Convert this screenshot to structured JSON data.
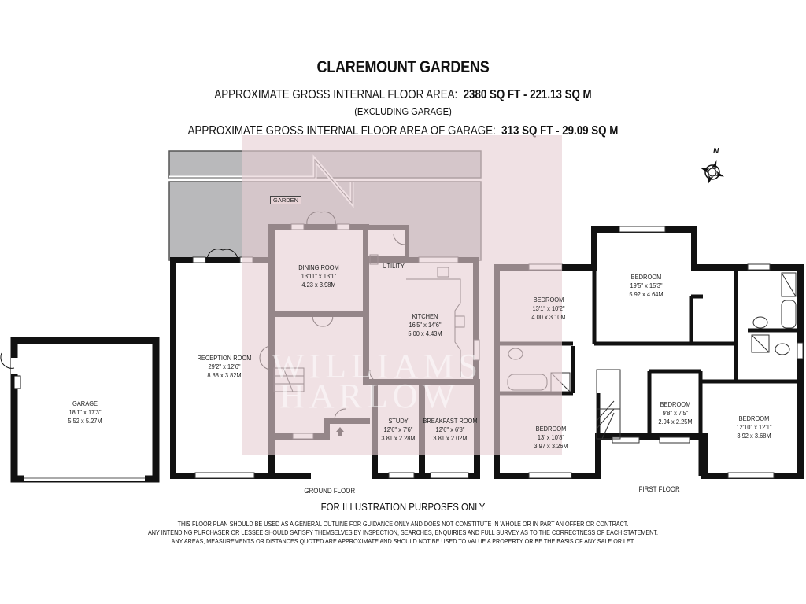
{
  "header": {
    "title": "CLAREMOUNT GARDENS",
    "area_label": "APPROXIMATE GROSS INTERNAL FLOOR AREA:",
    "area_value": "2380 SQ FT  -  221.13 SQ M",
    "area_note": "(EXCLUDING GARAGE)",
    "garage_area_label": "APPROXIMATE GROSS INTERNAL FLOOR AREA OF GARAGE:",
    "garage_area_value": "313 SQ FT  -  29.09 SQ M"
  },
  "compass": {
    "label": "N"
  },
  "watermark": {
    "line1": "WILLIAMS",
    "line2": "HARLOW"
  },
  "garden": {
    "label": "GARDEN"
  },
  "garage": {
    "name": "GARAGE",
    "imperial": "18'1\" x 17'3\"",
    "metric": "5.52 x 5.27M"
  },
  "ground_floor": {
    "label": "GROUND FLOOR",
    "rooms": [
      {
        "name": "RECEPTION ROOM",
        "imperial": "29'2\" x 12'6\"",
        "metric": "8.88 x 3.82M"
      },
      {
        "name": "DINING ROOM",
        "imperial": "13'11\" x 13'1\"",
        "metric": "4.23 x 3.98M"
      },
      {
        "name": "UTILITY",
        "imperial": "",
        "metric": ""
      },
      {
        "name": "KITCHEN",
        "imperial": "16'5\" x 14'6\"",
        "metric": "5.00 x 4.43M"
      },
      {
        "name": "STUDY",
        "imperial": "12'6\" x 7'6\"",
        "metric": "3.81 x 2.28M"
      },
      {
        "name": "BREAKFAST ROOM",
        "imperial": "12'6\" x 6'8\"",
        "metric": "3.81 x 2.02M"
      }
    ]
  },
  "first_floor": {
    "label": "FIRST FLOOR",
    "rooms": [
      {
        "name": "BEDROOM",
        "imperial": "13'1\" x 10'2\"",
        "metric": "4.00 x 3.10M"
      },
      {
        "name": "BEDROOM",
        "imperial": "19'5\" x 15'3\"",
        "metric": "5.92 x 4.64M"
      },
      {
        "name": "BEDROOM",
        "imperial": "13' x 10'8\"",
        "metric": "3.97 x 3.26M"
      },
      {
        "name": "BEDROOM",
        "imperial": "9'8\" x 7'5\"",
        "metric": "2.94 x 2.25M"
      },
      {
        "name": "BEDROOM",
        "imperial": "12'10\" x 12'1\"",
        "metric": "3.92 x 3.68M"
      }
    ]
  },
  "footer": {
    "illustration": "FOR ILLUSTRATION PURPOSES ONLY",
    "disclaimer_1": "THIS FLOOR PLAN SHOULD BE USED AS A GENERAL OUTLINE FOR GUIDANCE ONLY AND DOES NOT CONSTITUTE IN WHOLE OR IN PART AN OFFER OR CONTRACT.",
    "disclaimer_2": "ANY INTENDING PURCHASER OR LESSEE SHOULD SATISFY THEMSELVES BY INSPECTION, SEARCHES, ENQUIRIES AND FULL SURVEY AS TO THE CORRECTNESS OF EACH STATEMENT.",
    "disclaimer_3": "ANY AREAS, MEASUREMENTS OR DISTANCES QUOTED ARE APPROXIMATE AND SHOULD NOT BE USED TO VALUE A PROPERTY OR BE THE BASIS OF ANY SALE OR LET."
  },
  "colors": {
    "wall": "#1a0d0f",
    "overlay": "#e8d4d7",
    "garden": "#b9b9bb",
    "garden_overlay": "#b39ca0"
  }
}
